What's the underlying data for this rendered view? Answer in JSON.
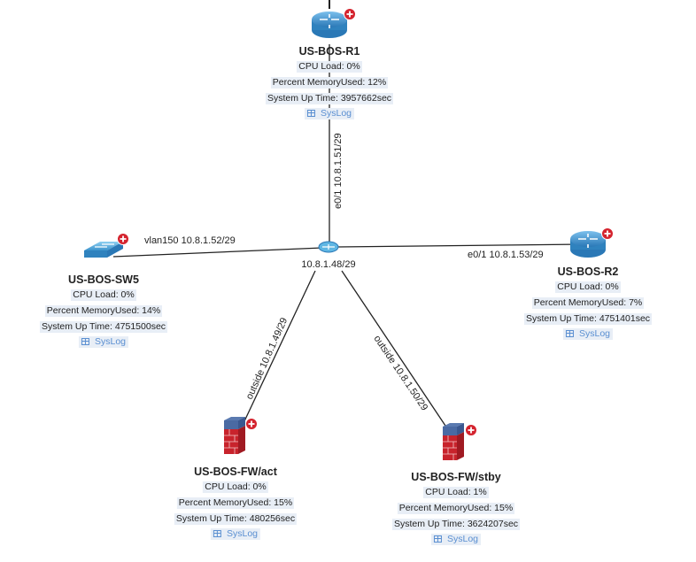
{
  "hub": {
    "label": "10.8.1.48/29"
  },
  "links": [
    {
      "id": "r1",
      "label": "e0/1 10.8.1.51/29"
    },
    {
      "id": "sw5",
      "label": "vlan150 10.8.1.52/29"
    },
    {
      "id": "r2",
      "label": "e0/1 10.8.1.53/29"
    },
    {
      "id": "fwact",
      "label": "outside 10.8.1.49/29"
    },
    {
      "id": "fwstby",
      "label": "outside 10.8.1.50/29"
    }
  ],
  "nodes": {
    "r1": {
      "name": "US-BOS-R1",
      "cpu": "CPU Load: 0%",
      "mem": "Percent MemoryUsed: 12%",
      "uptime": "System Up Time: 3957662sec",
      "syslog": "SysLog"
    },
    "sw5": {
      "name": "US-BOS-SW5",
      "cpu": "CPU Load: 0%",
      "mem": "Percent MemoryUsed: 14%",
      "uptime": "System Up Time: 4751500sec",
      "syslog": "SysLog"
    },
    "r2": {
      "name": "US-BOS-R2",
      "cpu": "CPU Load: 0%",
      "mem": "Percent MemoryUsed: 7%",
      "uptime": "System Up Time: 4751401sec",
      "syslog": "SysLog"
    },
    "fwact": {
      "name": "US-BOS-FW/act",
      "cpu": "CPU Load: 0%",
      "mem": "Percent MemoryUsed: 15%",
      "uptime": "System Up Time: 480256sec",
      "syslog": "SysLog"
    },
    "fwstby": {
      "name": "US-BOS-FW/stby",
      "cpu": "CPU Load: 1%",
      "mem": "Percent MemoryUsed: 15%",
      "uptime": "System Up Time: 3624207sec",
      "syslog": "SysLog"
    }
  },
  "colors": {
    "router": "#3a8fc9",
    "switch": "#4aa6d8",
    "firewall": "#c8232c",
    "badge": "#d4232e",
    "link": "#222222",
    "syslog": "#5a8fd1"
  }
}
